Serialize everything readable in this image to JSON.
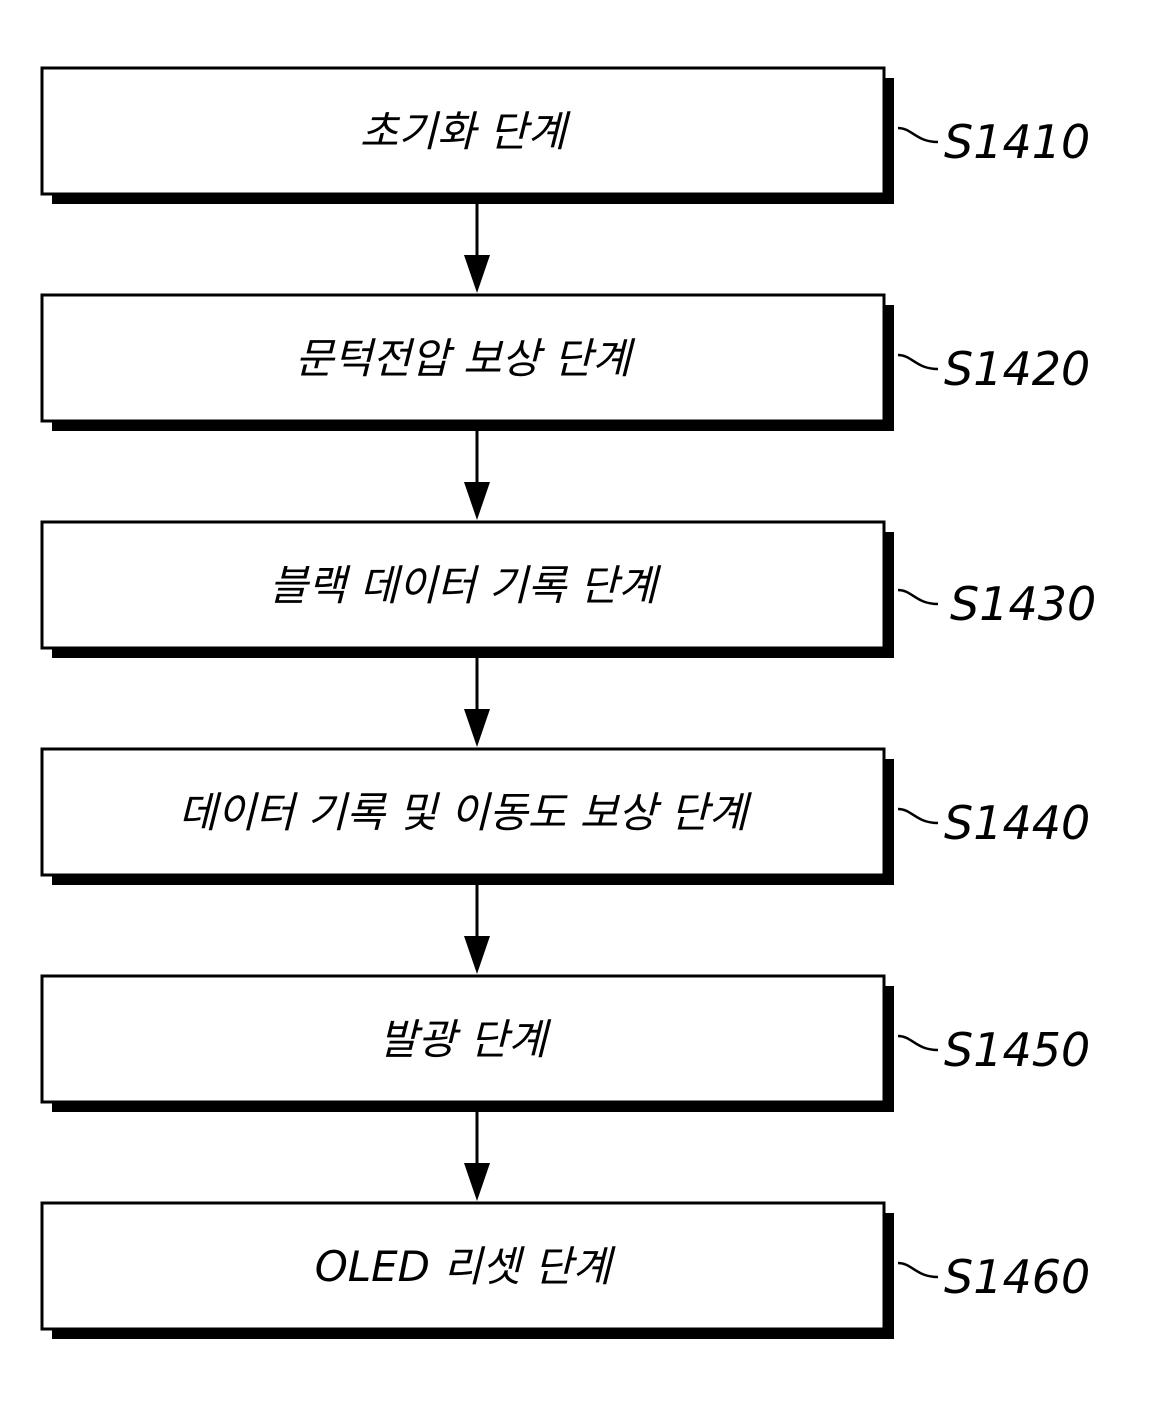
{
  "flowchart": {
    "steps": [
      {
        "label": "초기화 단계",
        "ref": "S1410"
      },
      {
        "label": "문턱전압 보상 단계",
        "ref": "S1420"
      },
      {
        "label": "블랙 데이터 기록 단계",
        "ref": "S1430"
      },
      {
        "label": "데이터 기록 및 이동도 보상 단계",
        "ref": "S1440"
      },
      {
        "label": "발광 단계",
        "ref": "S1450"
      },
      {
        "label": "OLED 리셋 단계",
        "ref": "S1460"
      }
    ]
  },
  "colors": {
    "stroke": "#000000",
    "fill": "#ffffff"
  }
}
